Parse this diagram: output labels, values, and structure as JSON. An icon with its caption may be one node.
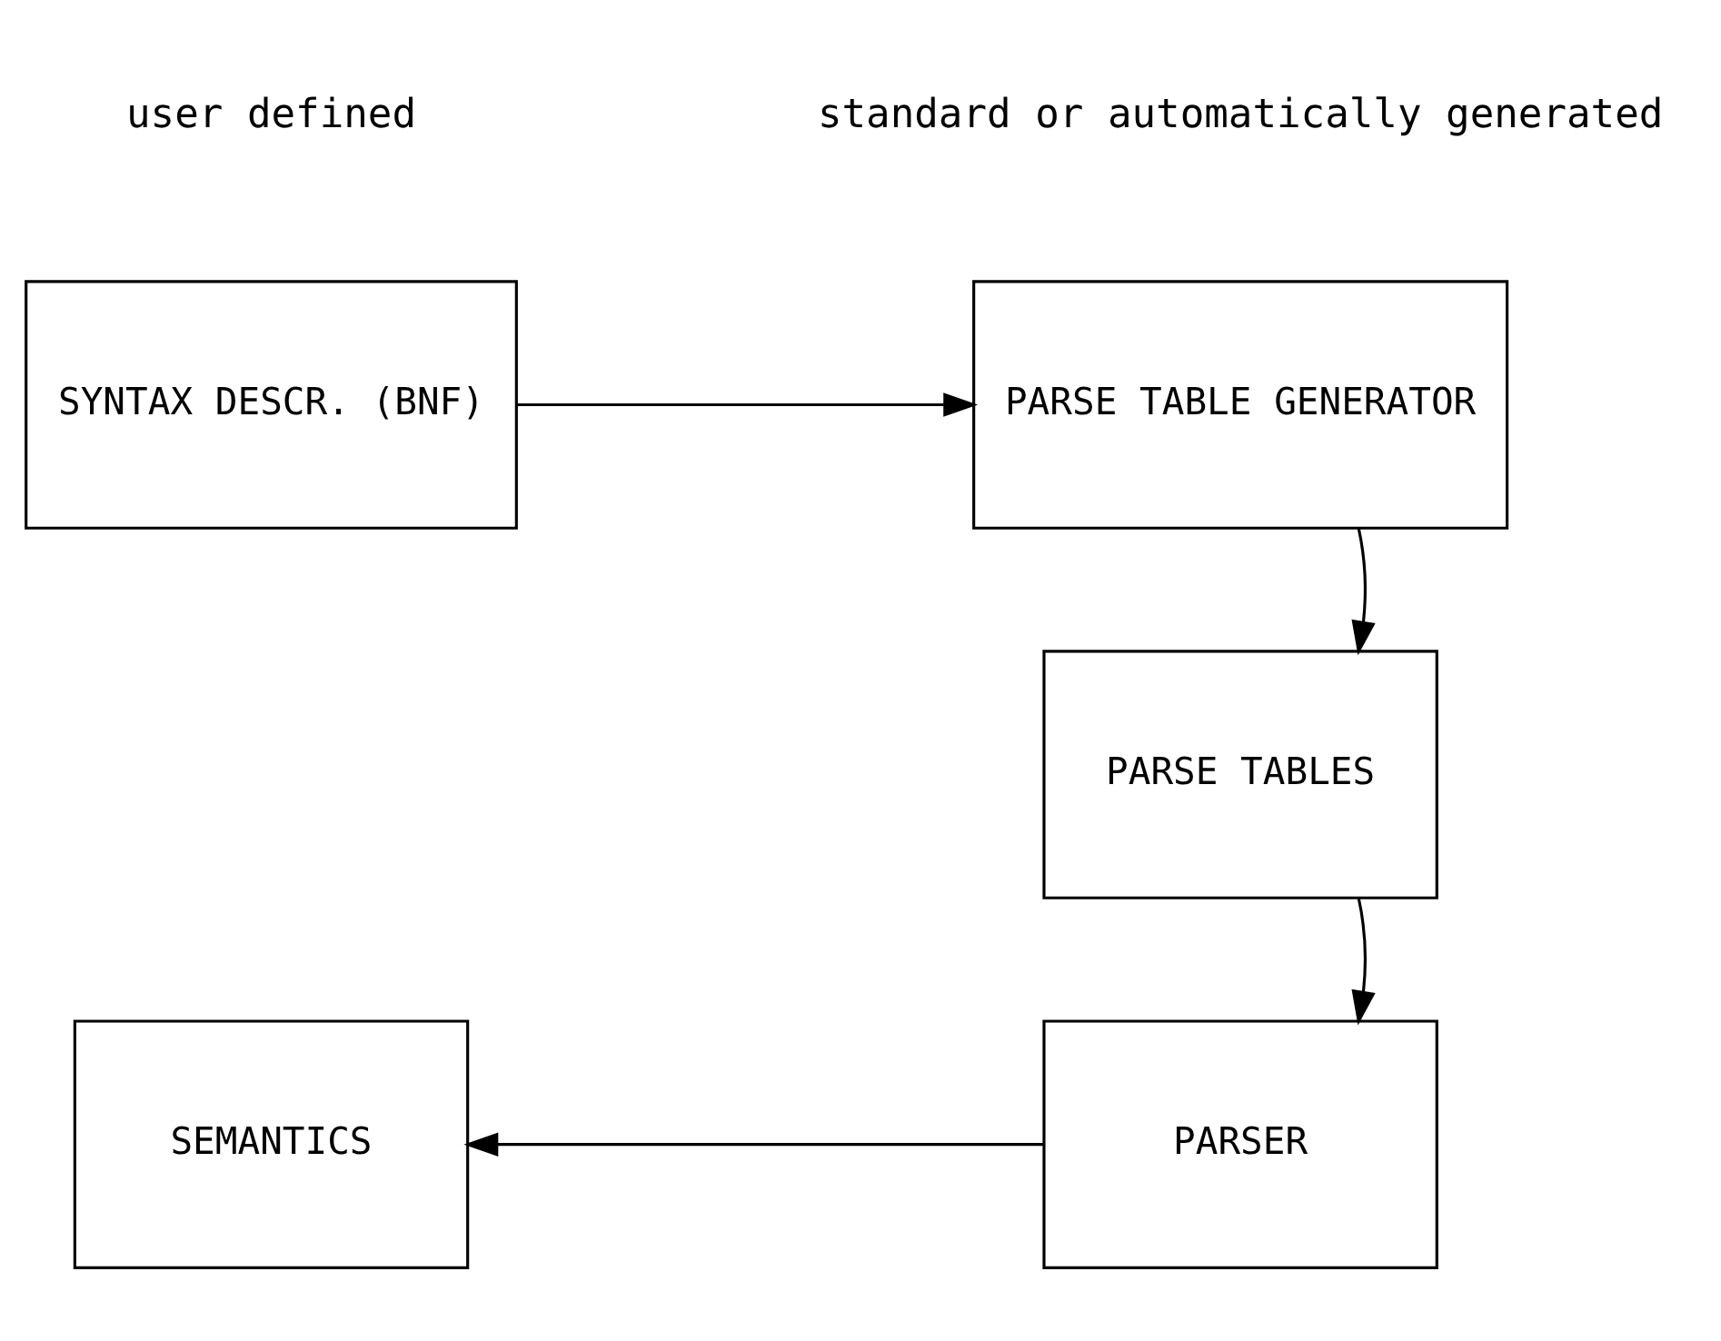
{
  "diagram": {
    "nodes": [
      {
        "text": [
          "SYNTAX DESCR. (BNF)"
        ]
      },
      {
        "text": [
          "PARSE TABLE GENERATOR"
        ]
      },
      {
        "text": [
          "PARSE TABLES"
        ]
      },
      {
        "text": [
          "PARSER"
        ]
      },
      {
        "text": [
          "SEMANTICS"
        ]
      }
    ],
    "edges": [
      {
        "from": 0,
        "to": 1,
        "arrow": "to"
      },
      {
        "from": 1,
        "to": 2,
        "arrow": "to"
      },
      {
        "from": 2,
        "to": 3,
        "arrow": "to"
      },
      {
        "from": 3,
        "to": 4,
        "arrow": "to"
      }
    ],
    "labels": [
      "user defined",
      "standard or automatically generated"
    ]
  }
}
